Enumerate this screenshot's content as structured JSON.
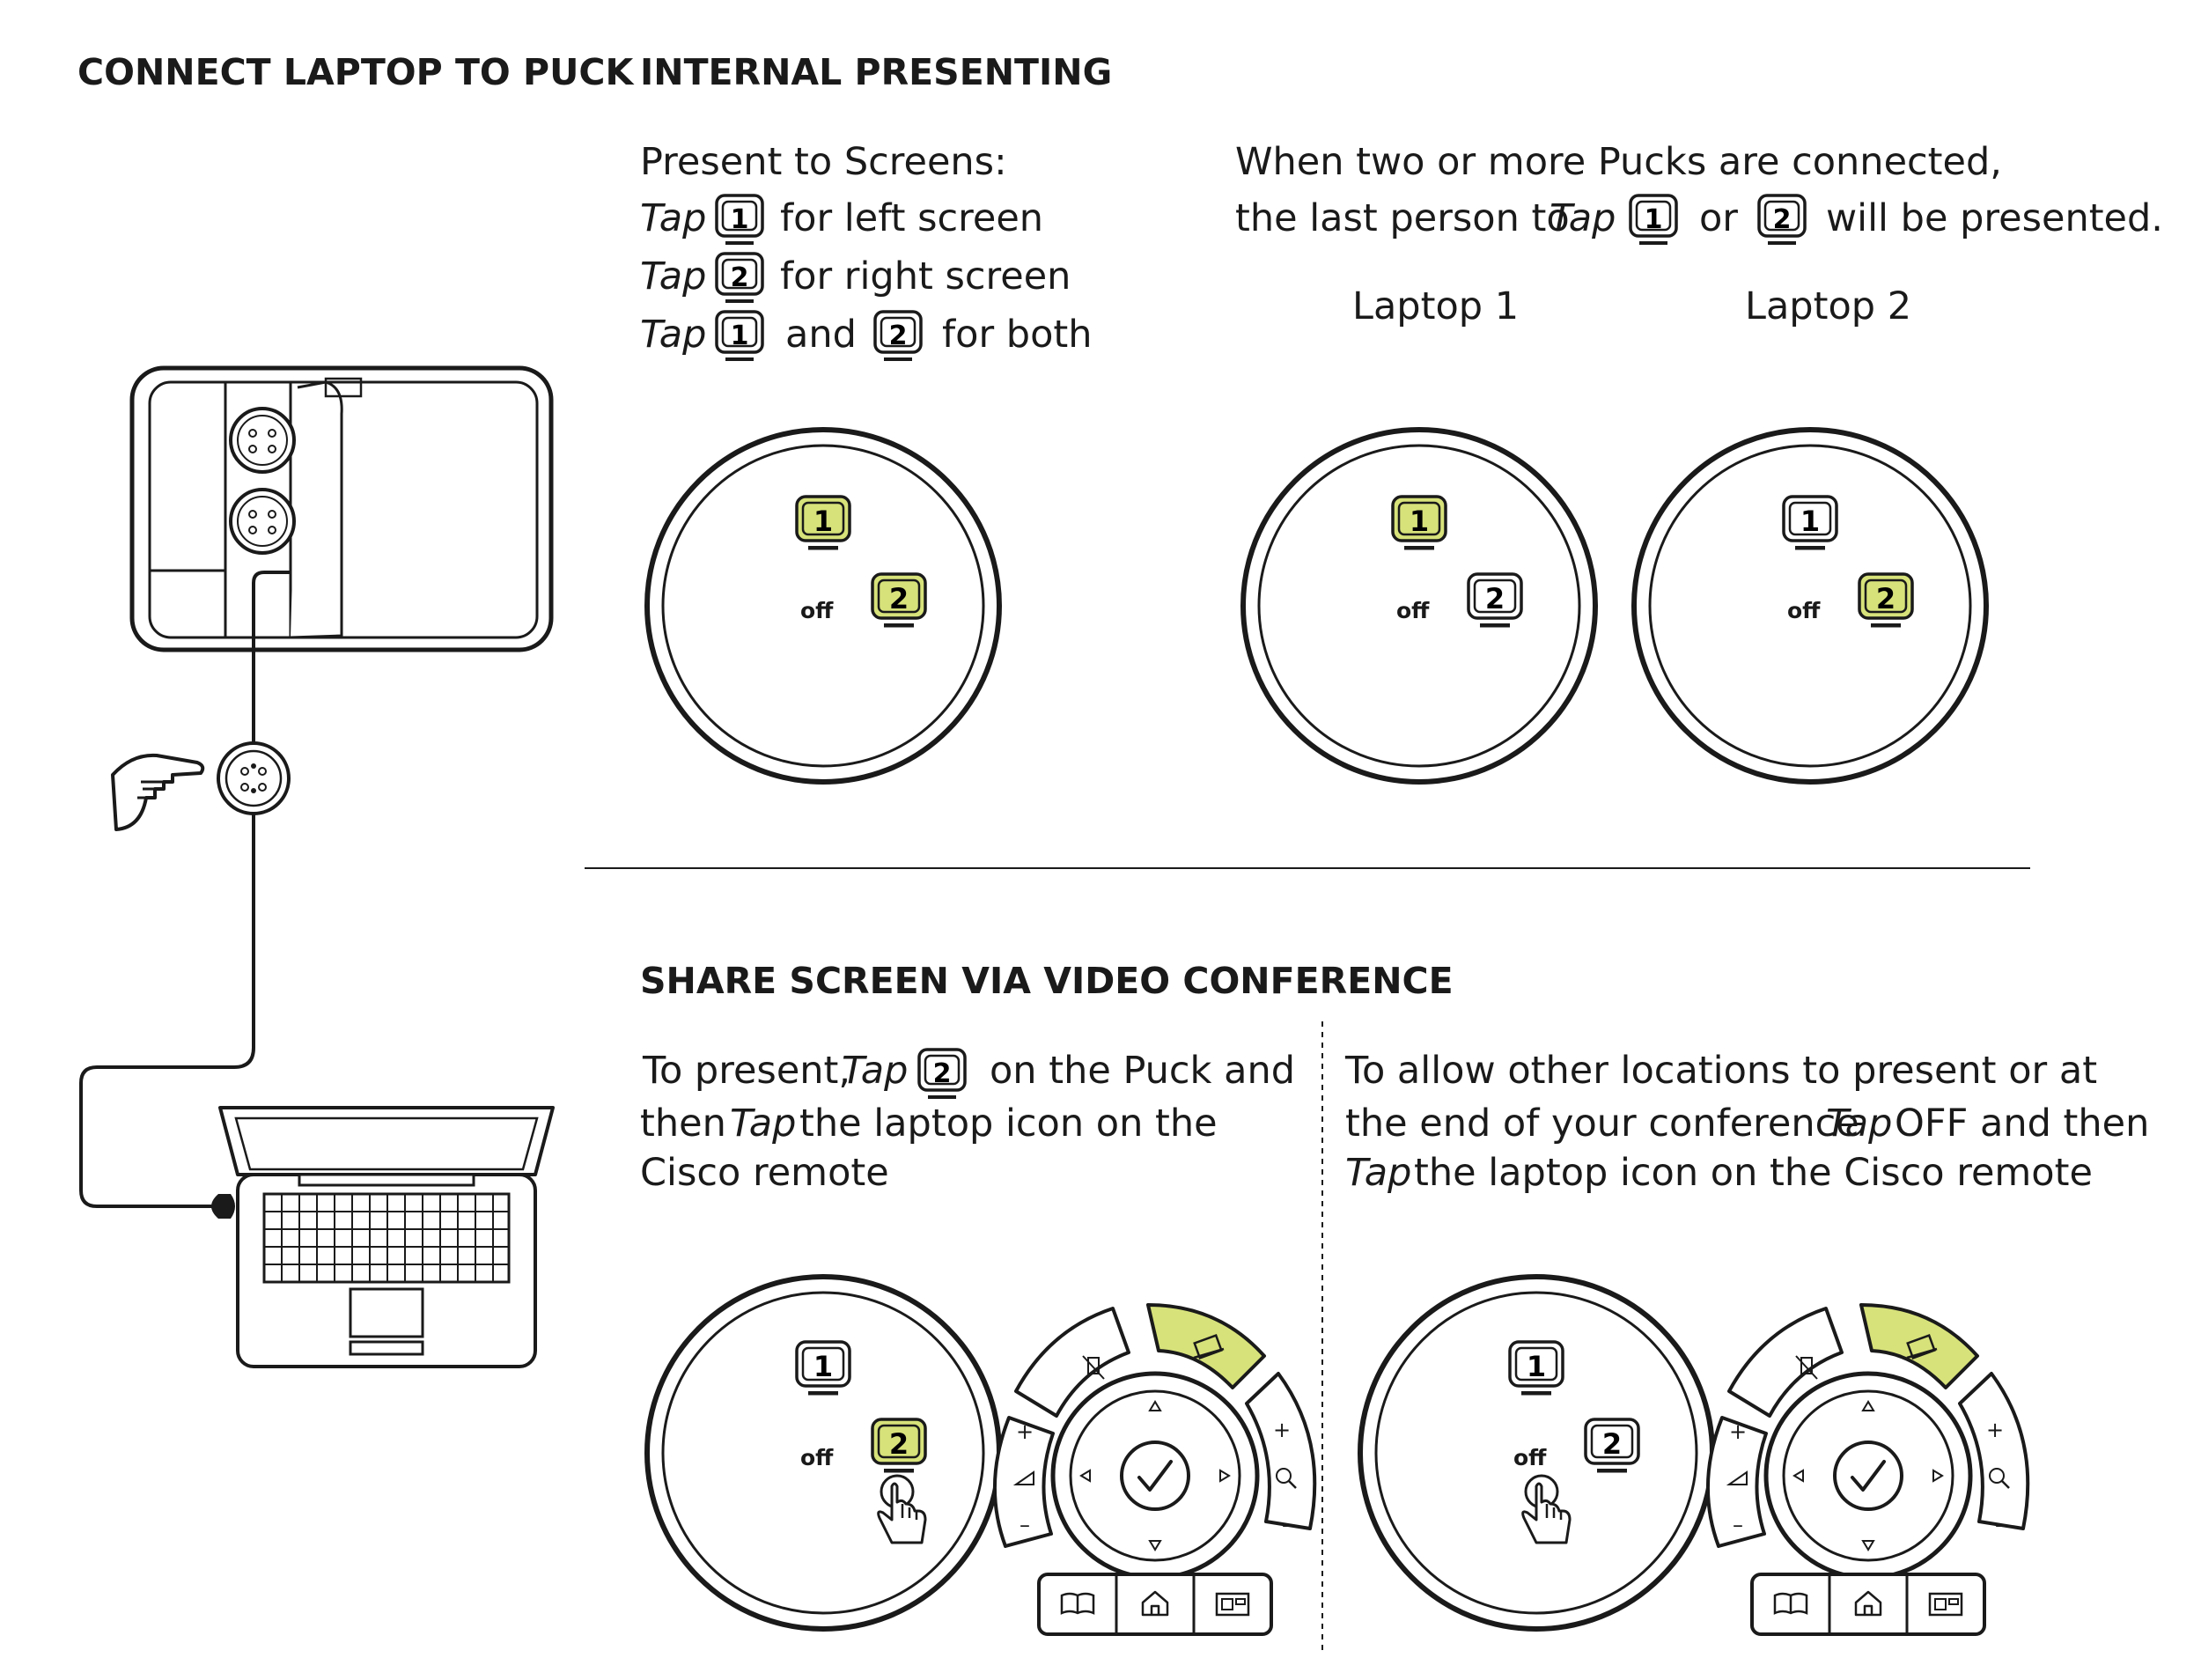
{
  "colors": {
    "accent": "#d7e27a",
    "ink": "#1a1a1a",
    "background": "#ffffff"
  },
  "headings": {
    "connect": "CONNECT LAPTOP TO PUCK",
    "internal": "INTERNAL PRESENTING",
    "share": "SHARE SCREEN VIA VIDEO CONFERENCE"
  },
  "internal": {
    "intro": "Present to Screens:",
    "tap": "Tap",
    "left_text": "for left screen",
    "right_text": "for right screen",
    "and": "and",
    "both_text": "for both",
    "multi_line1": "When two or more Pucks are connected,",
    "multi_line2_a": "the last person to",
    "or": "or",
    "multi_line2_b": "will be presented.",
    "laptop1": "Laptop 1",
    "laptop2": "Laptop 2"
  },
  "share": {
    "left_line1_a": "To present,",
    "left_line1_b": "on the Puck and",
    "left_line2_a": "then",
    "left_line2_b": "the laptop icon on the",
    "left_line3": "Cisco remote",
    "right_line1": "To allow other locations to present or at",
    "right_line2_a": "the end of your conference",
    "right_line2_b": "OFF and then",
    "right_line3_b": "the laptop icon on the Cisco remote"
  },
  "puck": {
    "off_label": "off",
    "screen1": "1",
    "screen2": "2"
  },
  "icons": [
    "hand-pointer-icon",
    "tap-hand-icon",
    "mute-mic-icon",
    "laptop-share-icon",
    "volume-icon",
    "zoom-icon",
    "check-icon",
    "phonebook-icon",
    "home-icon",
    "layout-icon",
    "screen-1-icon",
    "screen-2-icon"
  ]
}
